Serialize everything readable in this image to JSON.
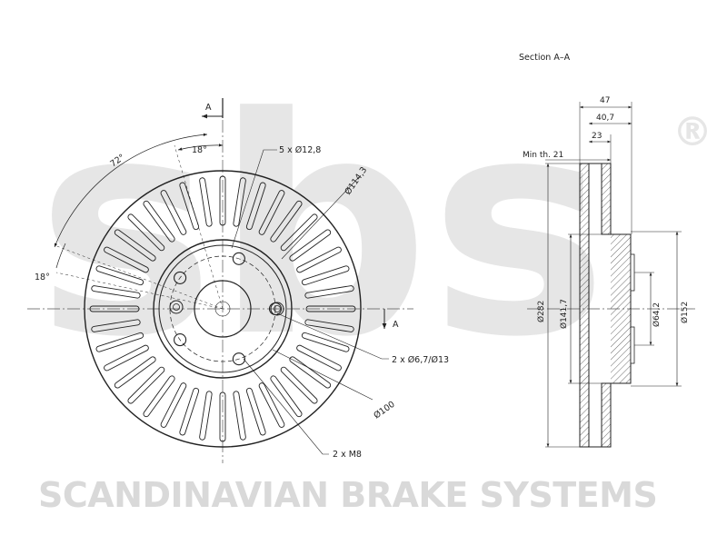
{
  "watermark": {
    "logo_text": "sbs",
    "registered_mark": "®",
    "footer_text": "SCANDINAVIAN BRAKE SYSTEMS"
  },
  "front_view": {
    "section_marker_top": "A",
    "section_marker_right": "A",
    "angle_18_top": "18°",
    "angle_72": "72°",
    "angle_18_left": "18°",
    "holes_note": "5 x Ø12,8",
    "pcd_label": "Ø114,3",
    "mount_holes_note": "2 x Ø6,7/Ø13",
    "hub_diameter": "Ø100",
    "thread_note": "2 x M8"
  },
  "section_view": {
    "title": "Section A–A",
    "width_total": "47",
    "width_hat": "40,7",
    "thickness": "23",
    "min_thickness": "Min th. 21",
    "outer_diameter": "Ø282",
    "hat_diameter": "Ø141,7",
    "center_bore": "Ø64,2",
    "hub_face_diameter": "Ø152"
  }
}
